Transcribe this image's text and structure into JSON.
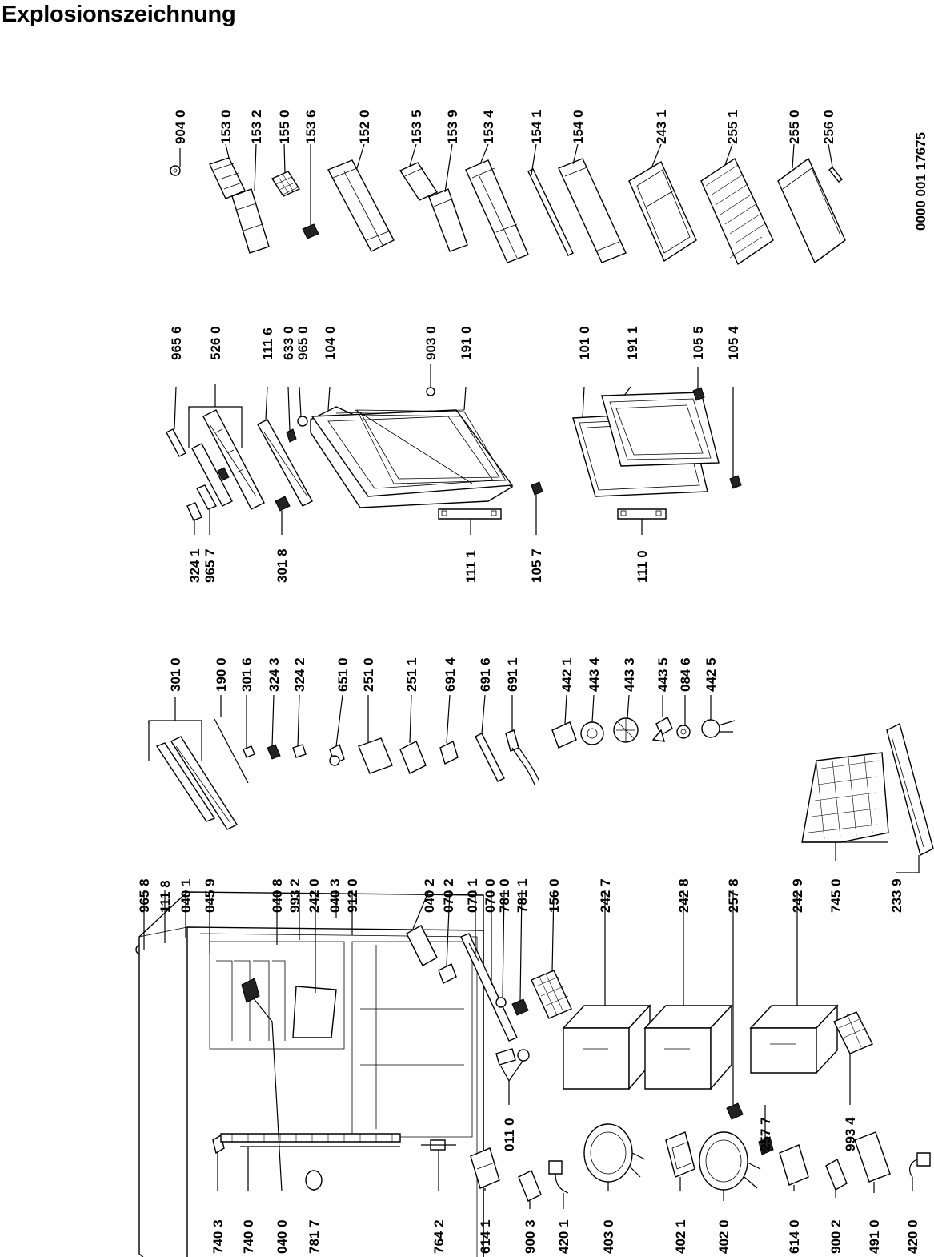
{
  "title": "Explosionszeichnung",
  "document_number": "0000 001 17675",
  "labels": {
    "l9040": "904 0",
    "l1530": "153 0",
    "l1532": "153 2",
    "l1550": "155 0",
    "l1536": "153 6",
    "l1520": "152 0",
    "l1535": "153 5",
    "l1539": "153 9",
    "l1534": "153 4",
    "l1541": "154 1",
    "l1540": "154 0",
    "l2431": "243 1",
    "l2551": "255 1",
    "l2550": "255 0",
    "l2560": "256 0",
    "l9656": "965 6",
    "l5260": "526 0",
    "l1116": "111 6",
    "l6330": "633 0",
    "l9650": "965 0",
    "l1040": "104 0",
    "l9030": "903 0",
    "l1910": "191 0",
    "l1010": "101 0",
    "l1911": "191 1",
    "l1055": "105 5",
    "l1054": "105 4",
    "l3241": "324 1",
    "l9657": "965 7",
    "l3018": "301 8",
    "l1111": "111 1",
    "l1057": "105 7",
    "l1110": "111 0",
    "l3010": "301 0",
    "l1900": "190 0",
    "l3016": "301 6",
    "l3243": "324 3",
    "l3242": "324 2",
    "l6510": "651 0",
    "l2510": "251 0",
    "l2511": "251 1",
    "l6914": "691 4",
    "l6916": "691 6",
    "l6911": "691 1",
    "l4421": "442 1",
    "l4434": "443 4",
    "l4433": "443 3",
    "l4435": "443 5",
    "l0846": "084 6",
    "l4425": "442 5",
    "l7450": "745 0",
    "l2339": "233 9",
    "l9658": "965 8",
    "l1118": "111 8",
    "l0401": "040 1",
    "l0459": "045 9",
    "l0408": "040 8",
    "l9932": "993 2",
    "l2420": "242 0",
    "l0403": "040 3",
    "l9120": "912 0",
    "l0402": "040 2",
    "l0702": "070 2",
    "l0701": "070 1",
    "l0700": "070 0",
    "l7810": "781 0",
    "l7811": "781 1",
    "l1560": "156 0",
    "l2427": "242 7",
    "l2428": "242 8",
    "l2578": "257 8",
    "l2429": "242 9",
    "l0110": "011 0",
    "l2577": "257 7",
    "l9934": "993 4",
    "l7403": "740 3",
    "l7400": "740 0",
    "l0400": "040 0",
    "l7817": "781 7",
    "l7642": "764 2",
    "l6141": "614 1",
    "l9003": "900 3",
    "l4201": "420 1",
    "l4030": "403 0",
    "l4021": "402 1",
    "l4020": "402 0",
    "l6140": "614 0",
    "l9002": "900 2",
    "l4910": "491 0",
    "l4200": "420 0"
  }
}
